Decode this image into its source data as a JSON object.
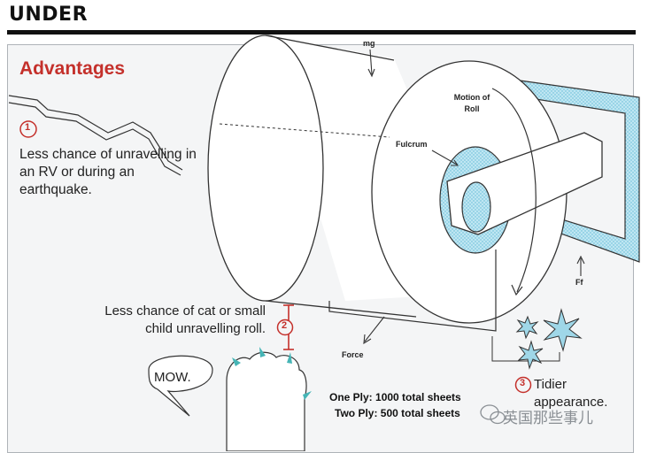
{
  "header": {
    "title": "UNDER"
  },
  "advantages": {
    "heading": "Advantages",
    "item1": {
      "number": "1",
      "text": "Less chance of unravelling in an RV or during an earthquake."
    },
    "item2": {
      "number": "2",
      "text": "Less chance of cat or small child unravelling roll."
    },
    "item3": {
      "number": "3",
      "text": "Tidier appearance."
    }
  },
  "diagram_labels": {
    "mg": "mg",
    "motion": "Motion of Roll",
    "fulcrum": "Fulcrum",
    "ff": "Ff",
    "force": "Force",
    "speech": "MOW.",
    "one_ply": "One Ply: 1000 total sheets",
    "two_ply": "Two Ply: 500 total sheets"
  },
  "watermark": "英国那些事儿",
  "colors": {
    "accent_red": "#c4302b",
    "holder_blue": "#a7d9ec",
    "paw_teal": "#46b5b6"
  }
}
